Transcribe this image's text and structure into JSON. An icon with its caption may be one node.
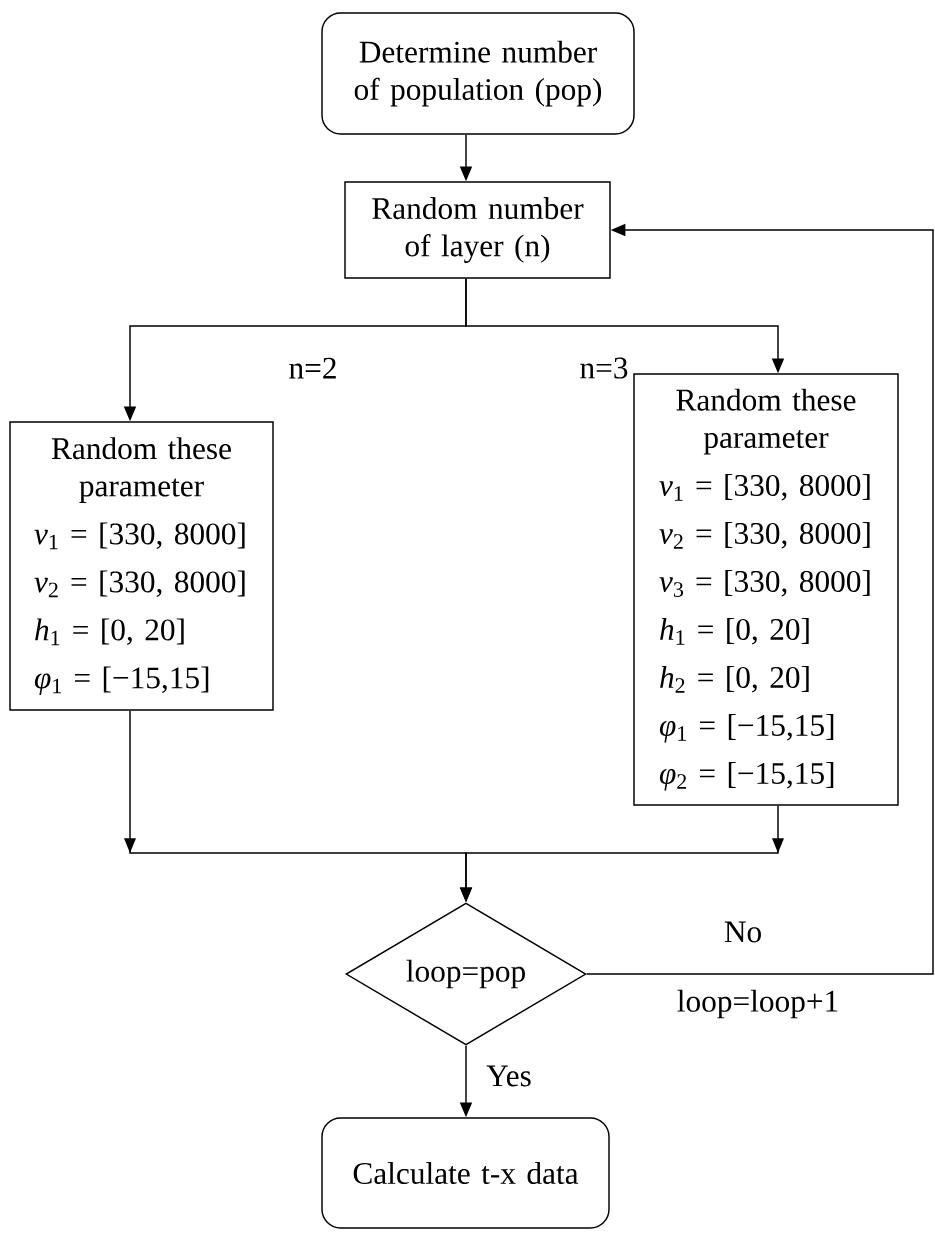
{
  "diagram": {
    "nodes": [
      {
        "text": [
          "Determine number of population (pop)"
        ]
      },
      {
        "text": [
          "Random number of layer (n)"
        ]
      },
      {
        "text": [
          "Random these parameter",
          "*v*$_{1}$ = [330, 8000]",
          "*v*$_{2}$ = [330, 8000]",
          "*h*$_{1}$ = [0, 20]",
          "*φ*$_{1}$ = [−15,15]"
        ]
      },
      {
        "text": [
          "Random these parameter",
          "*v*$_{1}$ = [330, 8000]",
          "*v*$_{2}$ = [330, 8000]",
          "*v*$_{3}$ = [330, 8000]",
          "*h*$_{1}$ = [0, 20]",
          "*h*$_{2}$ = [0, 20]",
          "*φ*$_{1}$ = [−15,15]",
          "*φ*$_{2}$ = [−15,15]"
        ]
      },
      {
        "text": [
          "loop=pop"
        ]
      },
      {
        "text": [
          "Calculate t-x data"
        ]
      }
    ],
    "edges": [
      {
        "from": 0,
        "to": 1,
        "arrow": "to"
      },
      {
        "from": 1,
        "to": 2,
        "arrow": "to",
        "label": "n=2"
      },
      {
        "from": 1,
        "to": 3,
        "arrow": "to",
        "label": "n=3"
      },
      {
        "from": 2,
        "to": 4,
        "arrow": "to"
      },
      {
        "from": 3,
        "to": 4,
        "arrow": "to"
      },
      {
        "from": 4,
        "to": 1,
        "arrow": "to",
        "label": "No"
      },
      {
        "from": 4,
        "to": 5,
        "arrow": "to",
        "label": "Yes"
      }
    ],
    "labels": [
      "loop=loop+1"
    ]
  }
}
